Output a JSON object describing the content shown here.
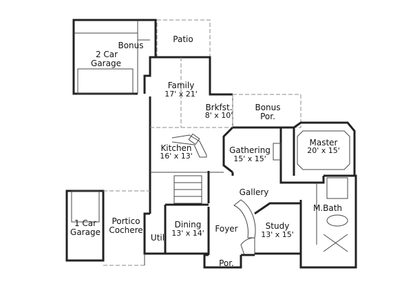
{
  "rooms": {
    "garage2": {
      "name_line1": "2 Car",
      "name_line2": "Garage"
    },
    "bonus": {
      "name": "Bonus"
    },
    "patio": {
      "name": "Patio"
    },
    "family": {
      "name": "Family",
      "size": "17' x 21'"
    },
    "brkfst": {
      "name": "Brkfst.",
      "size": "8' x 10'"
    },
    "bonus_por": {
      "name_line1": "Bonus",
      "name_line2": "Por."
    },
    "master": {
      "name": "Master",
      "size": "20' x 15'"
    },
    "kitchen": {
      "name": "Kitchen",
      "size": "16' x 13'"
    },
    "gathering": {
      "name": "Gathering",
      "size": "15' x 15'"
    },
    "gallery": {
      "name": "Gallery"
    },
    "mbath": {
      "name": "M.Bath"
    },
    "garage1": {
      "name_line1": "1 Car",
      "name_line2": "Garage"
    },
    "portico": {
      "name_line1": "Portico",
      "name_line2": "Cochere"
    },
    "util": {
      "name": "Util"
    },
    "dining": {
      "name": "Dining",
      "size": "13' x 14'"
    },
    "foyer": {
      "name": "Foyer"
    },
    "study": {
      "name": "Study",
      "size": "13' x 15'"
    },
    "por": {
      "name": "Por."
    }
  }
}
